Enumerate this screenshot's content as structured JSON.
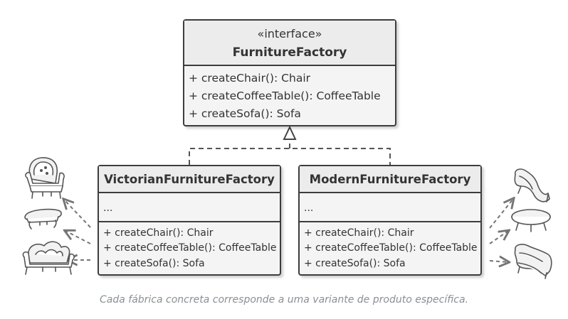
{
  "diagram": {
    "interface": {
      "stereotype": "«interface»",
      "name": "FurnitureFactory",
      "methods": [
        "+ createChair(): Chair",
        "+ createCoffeeTable(): CoffeeTable",
        "+ createSofa(): Sofa"
      ]
    },
    "victorian": {
      "name": "VictorianFurnitureFactory",
      "fields": "...",
      "methods": [
        "+ createChair(): Chair",
        "+ createCoffeeTable(): CoffeeTable",
        "+ createSofa(): Sofa"
      ]
    },
    "modern": {
      "name": "ModernFurnitureFactory",
      "fields": "...",
      "methods": [
        "+ createChair(): Chair",
        "+ createCoffeeTable(): CoffeeTable",
        "+ createSofa(): Sofa"
      ]
    },
    "icons": {
      "victorian": [
        "victorian-armchair-icon",
        "victorian-coffee-table-icon",
        "victorian-sofa-icon"
      ],
      "modern": [
        "modern-chair-icon",
        "modern-coffee-table-icon",
        "modern-sofa-icon"
      ]
    },
    "colors": {
      "border": "#3d3d3d",
      "header_fill": "#ececec",
      "body_fill": "#f4f4f4",
      "arrow": "#757575",
      "caption": "#8a8f94"
    }
  },
  "caption": "Cada fábrica concreta corresponde a uma variante de produto específica."
}
